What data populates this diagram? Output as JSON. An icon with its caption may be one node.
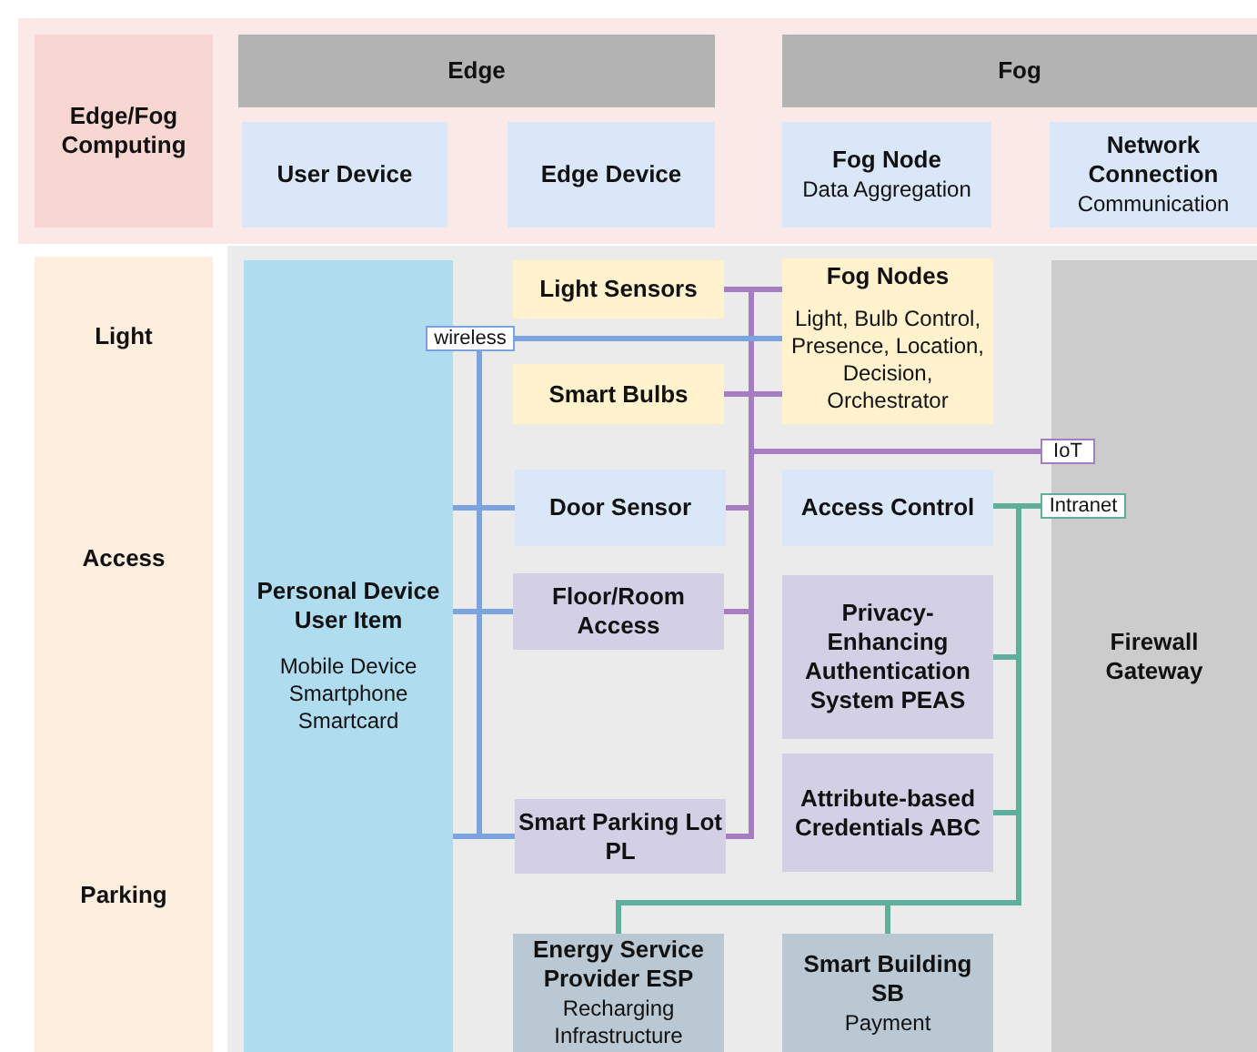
{
  "diagram": {
    "nodes": [
      {
        "text": [
          "Edge/Fog Computing"
        ]
      },
      {
        "text": [
          "Edge"
        ]
      },
      {
        "text": [
          "Fog"
        ]
      },
      {
        "text": [
          "User Device"
        ]
      },
      {
        "text": [
          "Edge Device"
        ]
      },
      {
        "text": [
          "Fog Node",
          "Data Aggregation"
        ]
      },
      {
        "text": [
          "Network Connection",
          "Communication"
        ]
      },
      {
        "text": [
          "Light",
          "Access",
          "Parking"
        ]
      },
      {
        "text": [
          "Personal Device User Item",
          "Mobile Device Smartphone Smartcard"
        ]
      },
      {
        "text": [
          "Light Sensors"
        ]
      },
      {
        "text": [
          "Fog Nodes",
          "Light, Bulb Control, Presence, Location, Decision, Orchestrator"
        ]
      },
      {
        "text": [
          "wireless"
        ]
      },
      {
        "text": [
          "Smart Bulbs"
        ]
      },
      {
        "text": [
          "IoT"
        ]
      },
      {
        "text": [
          "Door Sensor"
        ]
      },
      {
        "text": [
          "Access Control"
        ]
      },
      {
        "text": [
          "Intranet"
        ]
      },
      {
        "text": [
          "Firewall Gateway"
        ]
      },
      {
        "text": [
          "Floor/Room Access"
        ]
      },
      {
        "text": [
          "Privacy-Enhancing Authentication System PEAS"
        ]
      },
      {
        "text": [
          "Attribute-based Credentials ABC"
        ]
      },
      {
        "text": [
          "Smart Parking Lot PL"
        ]
      },
      {
        "text": [
          "Energy Service Provider ESP",
          "Recharging Infrastructure"
        ]
      },
      {
        "text": [
          "Smart Building SB",
          "Payment"
        ]
      }
    ],
    "edges": [
      {
        "from": 9,
        "to": 10,
        "arrow": "none",
        "color": "#a77dc2"
      },
      {
        "from": 12,
        "to": 10,
        "arrow": "none",
        "color": "#a77dc2"
      },
      {
        "from": 9,
        "to": 13,
        "arrow": "none",
        "color": "#a77dc2"
      },
      {
        "from": 12,
        "to": 13,
        "arrow": "none",
        "color": "#a77dc2"
      },
      {
        "from": 14,
        "to": 13,
        "arrow": "none",
        "color": "#a77dc2"
      },
      {
        "from": 18,
        "to": 13,
        "arrow": "none",
        "color": "#a77dc2"
      },
      {
        "from": 21,
        "to": 13,
        "arrow": "none",
        "color": "#a77dc2"
      },
      {
        "from": 11,
        "to": 10,
        "arrow": "none",
        "color": "#7ba3e0"
      },
      {
        "from": 8,
        "to": 14,
        "arrow": "none",
        "color": "#7ba3e0"
      },
      {
        "from": 8,
        "to": 18,
        "arrow": "none",
        "color": "#7ba3e0"
      },
      {
        "from": 8,
        "to": 21,
        "arrow": "none",
        "color": "#7ba3e0"
      },
      {
        "from": 11,
        "to": 14,
        "arrow": "none",
        "color": "#7ba3e0"
      },
      {
        "from": 11,
        "to": 18,
        "arrow": "none",
        "color": "#7ba3e0"
      },
      {
        "from": 11,
        "to": 21,
        "arrow": "none",
        "color": "#7ba3e0"
      },
      {
        "from": 15,
        "to": 16,
        "arrow": "none",
        "color": "#5fae9c"
      },
      {
        "from": 19,
        "to": 16,
        "arrow": "none",
        "color": "#5fae9c"
      },
      {
        "from": 20,
        "to": 16,
        "arrow": "none",
        "color": "#5fae9c"
      },
      {
        "from": 22,
        "to": 16,
        "arrow": "none",
        "color": "#5fae9c"
      },
      {
        "from": 23,
        "to": 16,
        "arrow": "none",
        "color": "#5fae9c"
      }
    ]
  }
}
